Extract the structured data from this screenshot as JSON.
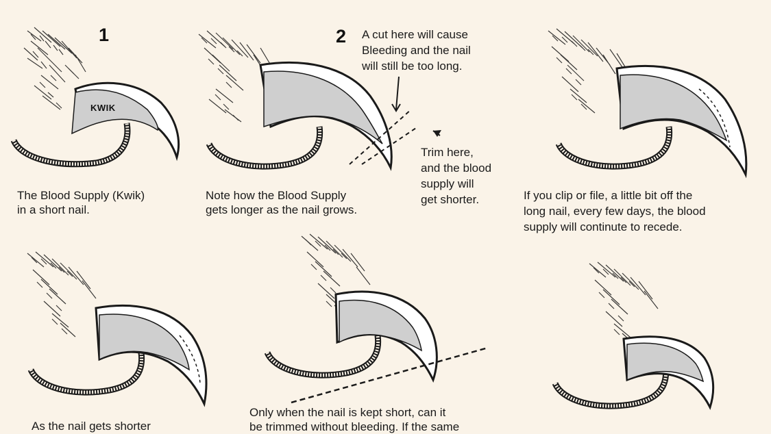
{
  "colors": {
    "background": "#faf3e8",
    "ink": "#1a1a1a",
    "quick_fill": "#cfcfcf",
    "nail_fill": "#ffffff"
  },
  "step_numbers": {
    "one": "1",
    "two": "2"
  },
  "kwik_label": "KWIK",
  "captions": {
    "panel1": [
      "The Blood Supply (Kwik)",
      "in a short nail."
    ],
    "panel2": [
      "Note how the Blood Supply",
      "gets longer as the nail grows."
    ],
    "cut_warning": [
      "A cut here will cause",
      "Bleeding and the nail",
      "will still be too long."
    ],
    "trim_here": [
      "Trim here,",
      "and the blood",
      "supply will",
      "get shorter."
    ],
    "panel3": [
      "If you clip or file, a little bit off the",
      "long nail, every few days, the blood",
      "supply will continute to recede."
    ],
    "panel4": [
      "As the nail gets shorter"
    ],
    "panel5": [
      "Only when the nail is kept short, can it",
      "be trimmed without bleeding. If the same"
    ]
  },
  "icons": [
    "arrow-down-icon",
    "arrow-left-icon",
    "claw-illustration"
  ]
}
